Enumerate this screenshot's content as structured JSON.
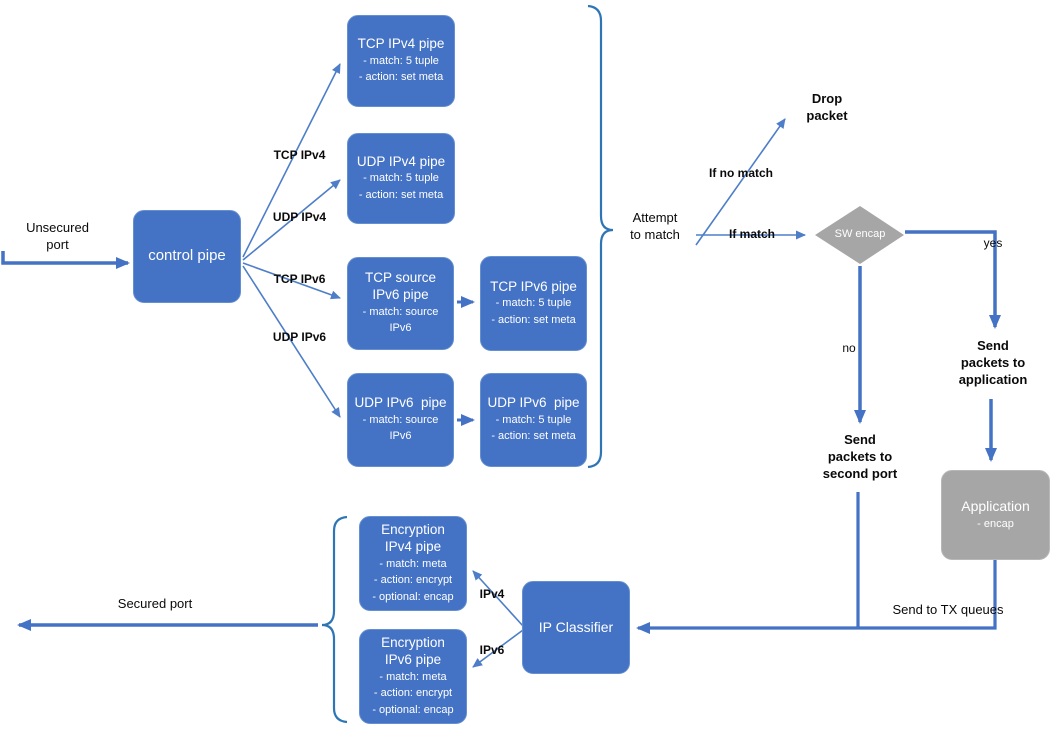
{
  "colors": {
    "node_blue": "#4472C4",
    "node_gray": "#A6A6A6",
    "connector": "#4472C4",
    "connector_thin": "#4E7EC8",
    "brace": "#2E75B6",
    "node_text": "#FFFFFF",
    "label_text": "#000000"
  },
  "ports": {
    "unsecured": "Unsecured\nport",
    "secured": "Secured port"
  },
  "edge_labels": {
    "tcp_ipv4": "TCP IPv4",
    "udp_ipv4": "UDP IPv4",
    "tcp_ipv6": "TCP IPv6",
    "udp_ipv6": "UDP IPv6",
    "if_no_match": "If no match",
    "if_match": "If match",
    "yes": "yes",
    "no": "no",
    "ipv4": "IPv4",
    "ipv6": "IPv6",
    "send_tx": "Send to TX queues"
  },
  "annotations": {
    "attempt": "Attempt\nto match",
    "drop": "Drop\npacket",
    "send_app": "Send\npackets to\napplication",
    "send_second": "Send\npackets to\nsecond port"
  },
  "nodes": {
    "control_pipe": {
      "title": "control pipe"
    },
    "tcp_ipv4_pipe": {
      "title": "TCP IPv4 pipe",
      "lines": [
        "- match: 5 tuple",
        "- action: set meta"
      ]
    },
    "udp_ipv4_pipe": {
      "title": "UDP IPv4 pipe",
      "lines": [
        "- match: 5 tuple",
        "- action: set meta"
      ]
    },
    "tcp_src_ipv6_pipe": {
      "title": "TCP source\nIPv6 pipe",
      "lines": [
        "- match: source\nIPv6"
      ]
    },
    "tcp_ipv6_pipe": {
      "title": "TCP IPv6 pipe",
      "lines": [
        "- match: 5 tuple",
        "- action: set meta"
      ]
    },
    "udp_ipv6_src_pipe": {
      "title": "UDP IPv6  pipe",
      "lines": [
        "- match: source\nIPv6"
      ]
    },
    "udp_ipv6_pipe": {
      "title": "UDP IPv6  pipe",
      "lines": [
        "- match: 5 tuple",
        "- action: set meta"
      ]
    },
    "sw_encap": {
      "title": "SW encap"
    },
    "application": {
      "title": "Application",
      "lines": [
        "- encap"
      ]
    },
    "ip_classifier": {
      "title": "IP Classifier"
    },
    "enc_ipv4_pipe": {
      "title": "Encryption\nIPv4 pipe",
      "lines": [
        "- match: meta",
        "- action: encrypt",
        "- optional: encap"
      ]
    },
    "enc_ipv6_pipe": {
      "title": "Encryption\nIPv6 pipe",
      "lines": [
        "- match: meta",
        "- action: encrypt",
        "- optional: encap"
      ]
    }
  }
}
